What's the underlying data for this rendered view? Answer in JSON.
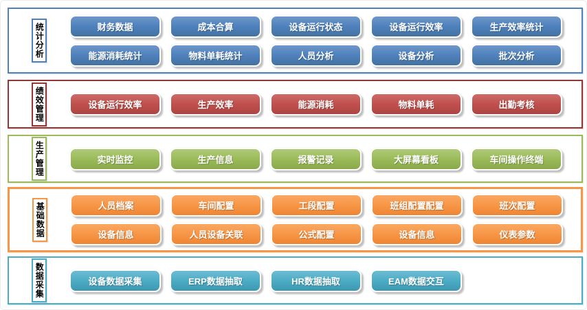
{
  "diagram": {
    "type": "layered-module-architecture",
    "background": "#ffffff"
  },
  "colors": {
    "statistics_blue": "#4E81BD",
    "performance_red": "#C0504D",
    "performance_border": "#943634",
    "production_green": "#9BBB59",
    "basic_orange": "#F79646",
    "collection_teal": "#4BACC6",
    "button_text": "#ffffff",
    "label_text": "#000000"
  },
  "sections": [
    {
      "name": "statistics-analysis",
      "label": "统计分析",
      "accent": "#4F81BD",
      "buttons": [
        "财务数据",
        "成本合算",
        "设备运行状态",
        "设备运行效率",
        "生产效率统计",
        "能源消耗统计",
        "物料单耗统计",
        "人员分析",
        "设备分析",
        "批次分析"
      ]
    },
    {
      "name": "performance-management",
      "label": "绩效管理",
      "accent": "#943634",
      "buttons": [
        "设备运行效率",
        "生产效率",
        "能源消耗",
        "物料单耗",
        "出勤考核"
      ]
    },
    {
      "name": "production-management",
      "label": "生产管理",
      "accent": "#9BBB59",
      "buttons": [
        "实时监控",
        "生产信息",
        "报警记录",
        "大屏幕看板",
        "车间操作终端"
      ]
    },
    {
      "name": "basic-data",
      "label": "基础数据",
      "accent": "#F79646",
      "buttons": [
        "人员档案",
        "车间配置",
        "工段配置",
        "班组配置配置",
        "班次配置",
        "设备信息",
        "人员设备关联",
        "公式配置",
        "设备信息",
        "仪表参数"
      ]
    },
    {
      "name": "data-collection",
      "label": "数据采集",
      "accent": "#4BACC6",
      "buttons": [
        "设备数据采集",
        "ERP数据抽取",
        "HR数据抽取",
        "EAM数据交互"
      ]
    }
  ]
}
